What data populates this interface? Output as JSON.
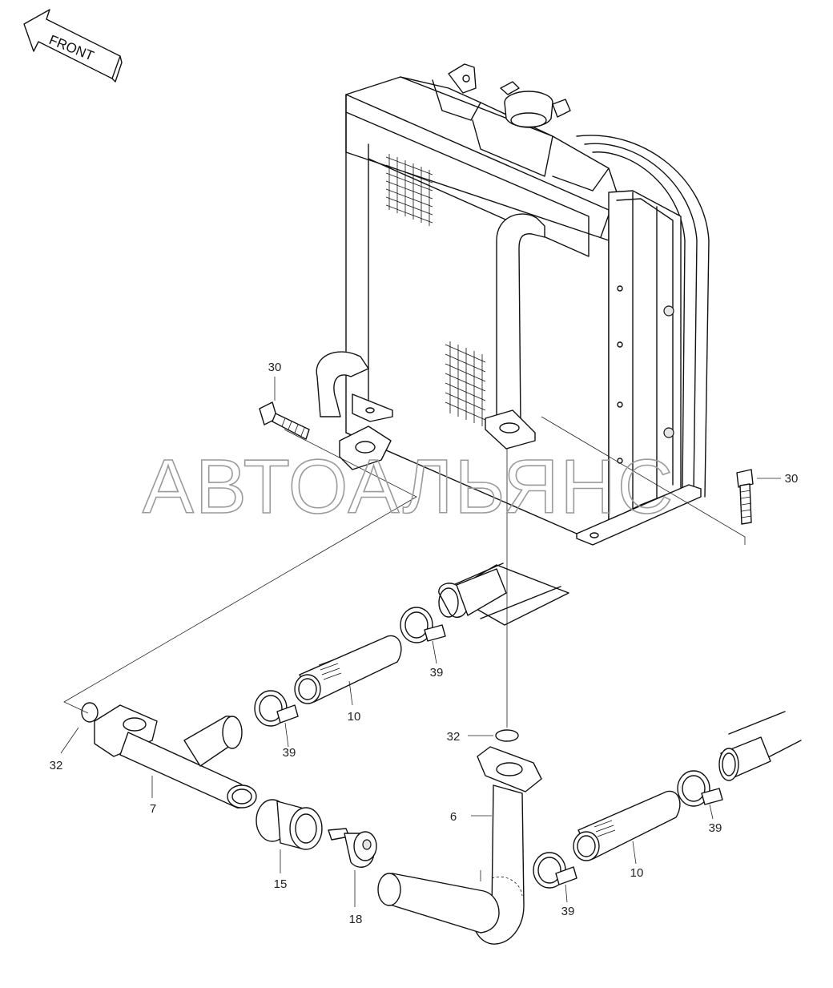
{
  "front_arrow": {
    "label": "FRONT"
  },
  "watermark": {
    "text": "АВТОАЛЬЯНС"
  },
  "callouts": {
    "bolt_left": "30",
    "bolt_right": "30",
    "oring_left": "32",
    "oring_right": "32",
    "pipe_7": "7",
    "pipe_6": "6",
    "hose_upper": "10",
    "hose_lower": "10",
    "clamp_upper_right": "39",
    "clamp_upper_left": "39",
    "clamp_lower_right": "39",
    "clamp_lower_left": "39",
    "part_15": "15",
    "part_18": "18"
  }
}
